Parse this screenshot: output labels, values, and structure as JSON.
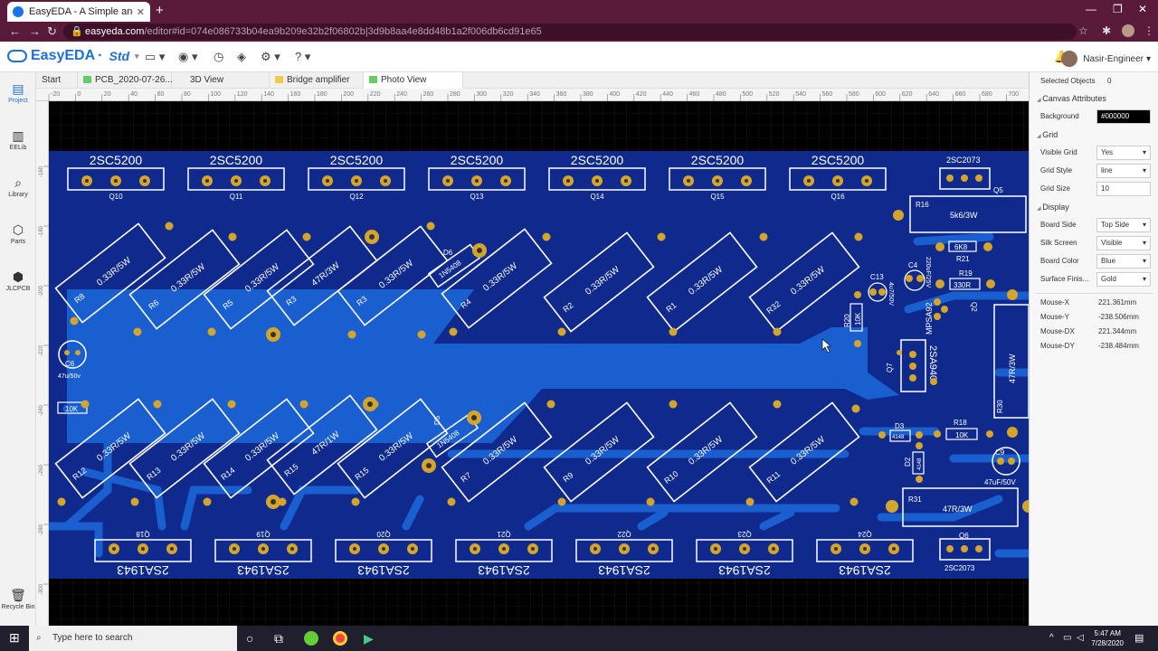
{
  "browser": {
    "tab_title": "EasyEDA - A Simple and Powerful",
    "url_host": "easyeda.com",
    "url_path": "/editor#id=074e086733b04ea9b209e32b2f06802b|3d9b8aa4e8dd48b1a2f006db6cd91e65"
  },
  "app": {
    "logo_main": "EasyEDA",
    "logo_sub": "Std",
    "user_name": "Nasir-Engineer",
    "notification_count": "1"
  },
  "sidebar": {
    "items": [
      {
        "label": "Project"
      },
      {
        "label": "EELib"
      },
      {
        "label": "Library"
      },
      {
        "label": "Parts"
      },
      {
        "label": "JLCPCB"
      },
      {
        "label": "Recycle Bin"
      }
    ]
  },
  "doc_tabs": [
    {
      "label": "Start"
    },
    {
      "label": "PCB_2020-07-26..."
    },
    {
      "label": "3D View"
    },
    {
      "label": "Bridge amplifier"
    },
    {
      "label": "Photo View"
    }
  ],
  "ruler": {
    "h_ticks": [
      "-20",
      "0",
      "20",
      "40",
      "60",
      "80",
      "100",
      "120",
      "140",
      "160",
      "180",
      "200",
      "220",
      "240",
      "260",
      "280",
      "300",
      "320",
      "340",
      "360",
      "380",
      "400",
      "420",
      "440",
      "460",
      "480",
      "500",
      "520",
      "540",
      "560",
      "580",
      "600",
      "620",
      "640",
      "660",
      "680",
      "700"
    ],
    "v_ticks": [
      "-160",
      "-180",
      "-200",
      "-220",
      "-240",
      "-260",
      "-280",
      "-300"
    ]
  },
  "panel": {
    "selected_label": "Selected Objects",
    "selected_count": "0",
    "canvas_attributes": "Canvas Attributes",
    "background_label": "Background",
    "background_value": "#000000",
    "grid_section": "Grid",
    "visible_grid_label": "Visible Grid",
    "visible_grid_value": "Yes",
    "grid_style_label": "Grid Style",
    "grid_style_value": "line",
    "grid_size_label": "Grid Size",
    "grid_size_value": "10",
    "display_section": "Display",
    "board_side_label": "Board Side",
    "board_side_value": "Top Side",
    "silk_screen_label": "Silk Screen",
    "silk_screen_value": "Visible",
    "board_color_label": "Board Color",
    "board_color_value": "Blue",
    "surface_finish_label": "Surface Finis...",
    "surface_finish_value": "Gold",
    "mouse_x_label": "Mouse-X",
    "mouse_x_value": "221.361mm",
    "mouse_y_label": "Mouse-Y",
    "mouse_y_value": "-238.506mm",
    "mouse_dx_label": "Mouse-DX",
    "mouse_dx_value": "221.344mm",
    "mouse_dy_label": "Mouse-DY",
    "mouse_dy_value": "-238.484mm"
  },
  "pcb": {
    "colors": {
      "board": "#0f2a8c",
      "copper": "#1a5fd0",
      "pad": "#d4a52a",
      "silk": "#ffffff"
    },
    "top_transistors": [
      {
        "part": "2SC5200",
        "ref": "Q10"
      },
      {
        "part": "2SC5200",
        "ref": "Q11"
      },
      {
        "part": "2SC5200",
        "ref": "Q12"
      },
      {
        "part": "2SC5200",
        "ref": "Q13"
      },
      {
        "part": "2SC5200",
        "ref": "Q14"
      },
      {
        "part": "2SC5200",
        "ref": "Q15"
      },
      {
        "part": "2SC5200",
        "ref": "Q16"
      }
    ],
    "bottom_transistors": [
      {
        "part": "2SA1943",
        "ref": "Q18"
      },
      {
        "part": "2SA1943",
        "ref": "Q19"
      },
      {
        "part": "2SA1943",
        "ref": "Q20"
      },
      {
        "part": "2SA1943",
        "ref": "Q21"
      },
      {
        "part": "2SA1943",
        "ref": "Q22"
      },
      {
        "part": "2SA1943",
        "ref": "Q23"
      },
      {
        "part": "2SA1943",
        "ref": "Q24"
      }
    ],
    "top_resistors": [
      {
        "ref": "R8",
        "val": "0.33R/5W"
      },
      {
        "ref": "R6",
        "val": "0.33R/5W"
      },
      {
        "ref": "R5",
        "val": "0.33R/5W"
      },
      {
        "ref": "R3",
        "val": "47R/3W"
      },
      {
        "ref": "R3",
        "val": "0.33R/5W"
      },
      {
        "ref": "R4",
        "val": "0.33R/5W"
      },
      {
        "ref": "R2",
        "val": "0.33R/5W"
      },
      {
        "ref": "R1",
        "val": "0.33R/5W"
      },
      {
        "ref": "R32",
        "val": "0.33R/5W"
      }
    ],
    "bottom_resistors": [
      {
        "ref": "R12",
        "val": "0.33R/5W"
      },
      {
        "ref": "R13",
        "val": "0.33R/5W"
      },
      {
        "ref": "R14",
        "val": "0.33R/5W"
      },
      {
        "ref": "R15",
        "val": "47R/1W"
      },
      {
        "ref": "R15",
        "val": "0.33R/5W"
      },
      {
        "ref": "R7",
        "val": "0.33R/5W"
      },
      {
        "ref": "R9",
        "val": "0.33R/5W"
      },
      {
        "ref": "R10",
        "val": "0.33R/5W"
      },
      {
        "ref": "R11",
        "val": "0.33R/5W"
      }
    ],
    "labels": {
      "q5_part": "2SC2073",
      "q5_ref": "Q5",
      "q6_part": "2SC2073",
      "q6_ref": "Q6",
      "r16_ref": "R16",
      "r16_val": "5k6/3W",
      "r21_val": "6K8",
      "r21_ref": "R21",
      "r19_ref": "R19",
      "r19_val": "330R",
      "c4": "C4",
      "c4_val": "220uF/25V",
      "c13": "C13",
      "c13_val": "4u7/50V",
      "q2": "Q2",
      "q2_part": "MPSA92",
      "r20": "R20",
      "r20_val": "10K",
      "q7": "Q7",
      "q7_part": "2SA940",
      "r_47r": "47R/3W",
      "r30": "R30",
      "d6": "D6",
      "d6_part": "1N5408",
      "d5": "D5",
      "d5_part": "1N5408",
      "c6": "C6",
      "c6_val": "47u/50v",
      "r10k_left": "10K",
      "d3": "D3",
      "d3_part": "4148",
      "d2": "D2",
      "d2_part": "4148",
      "r18": "R18",
      "r18_val": "10K",
      "c9": "C9",
      "c9_val": "47uF/50V",
      "r31": "R31",
      "r31_val": "47R/3W"
    }
  },
  "taskbar": {
    "search_placeholder": "Type here to search",
    "time": "5:47 AM",
    "date": "7/28/2020"
  }
}
